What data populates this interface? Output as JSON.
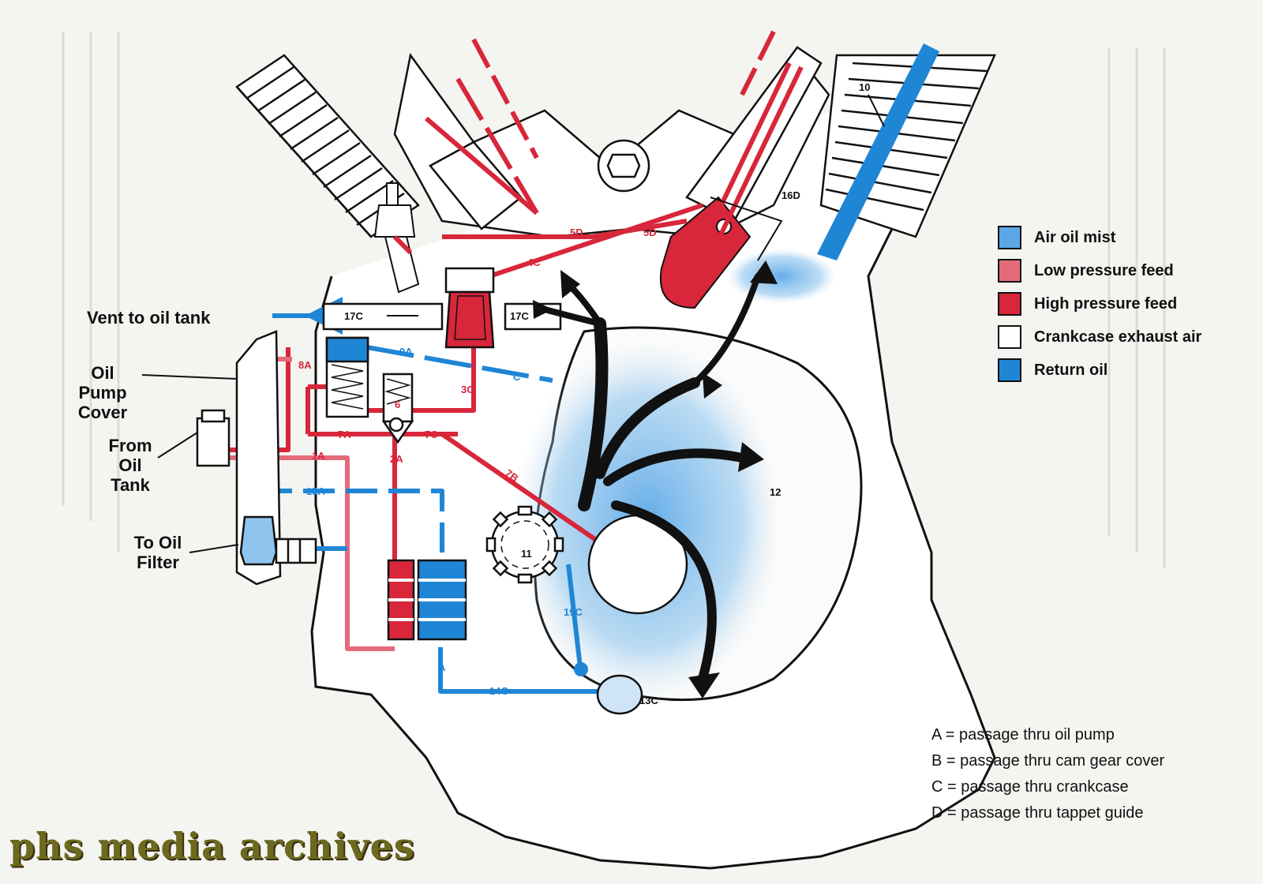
{
  "callouts": {
    "vent": "Vent to oil tank",
    "pump_cover": [
      "Oil",
      "Pump",
      "Cover"
    ],
    "from_tank": [
      "From",
      "Oil",
      "Tank"
    ],
    "to_filter": [
      "To Oil",
      "Filter"
    ]
  },
  "passage_labels": {
    "l17c_left": "17C",
    "l17c_right": "17C",
    "l9a": "9A",
    "lc": "C",
    "l8a": "8A",
    "l6": "6",
    "l3c": "3C",
    "l7a": "7A",
    "l7c": "7C",
    "l1a": "1A",
    "l2a": "2A",
    "l7b": "7B",
    "l15a": "15A",
    "l11": "11",
    "l19c": "19C",
    "la": "A",
    "l14c": "14C",
    "l13c": "13C",
    "l12": "12",
    "l10": "10",
    "l16d": "16D",
    "l5d_a": "5D",
    "l5d_b": "5D",
    "l4c": "4C"
  },
  "legend": [
    {
      "label": "Air oil mist",
      "color": "#5aa8e8"
    },
    {
      "label": "Low pressure feed",
      "color": "#e46a7a"
    },
    {
      "label": "High pressure feed",
      "color": "#d8263a"
    },
    {
      "label": "Crankcase exhaust air",
      "color": "#ffffff"
    },
    {
      "label": "Return oil",
      "color": "#1f86d6"
    }
  ],
  "key": [
    "A = passage thru oil pump",
    "B = passage thru cam gear cover",
    "C = passage thru crankcase",
    "D = passage thru tappet guide"
  ],
  "watermark": "phs media archives"
}
